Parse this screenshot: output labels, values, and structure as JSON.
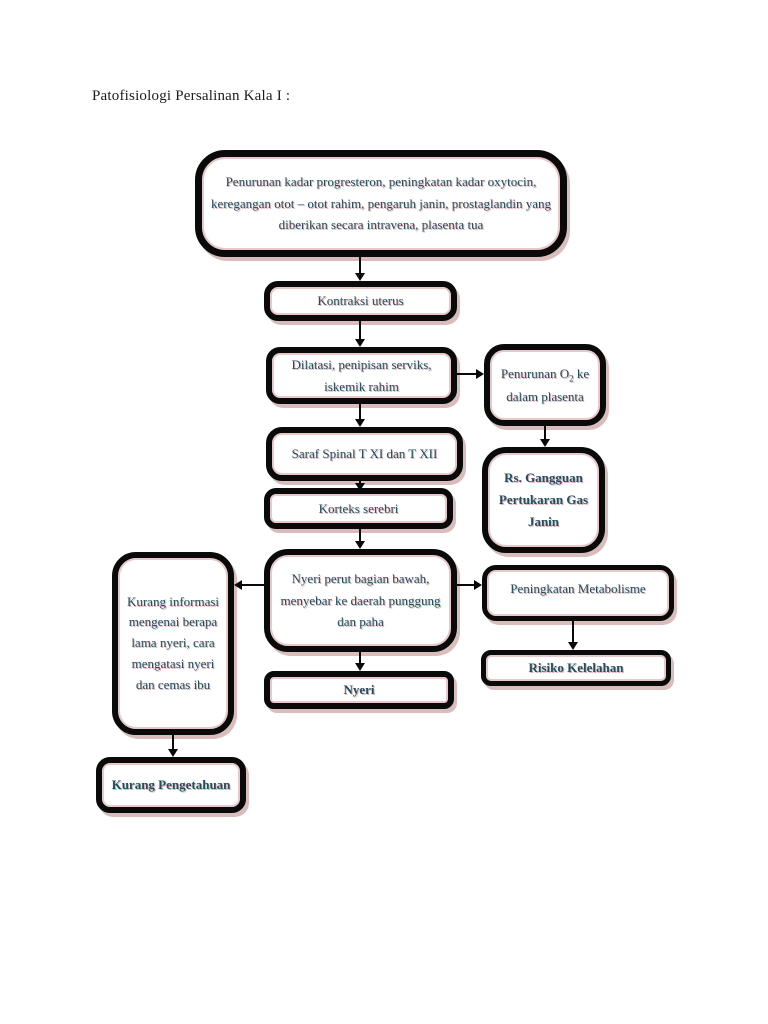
{
  "page": {
    "title": "Patofisiologi Persalinan Kala I :"
  },
  "colors": {
    "text": "#215061",
    "box_border": "#0a0a0a",
    "shadow_tint": "#c9a5a5",
    "background": "#ffffff"
  },
  "flowchart": {
    "nodes": {
      "causes": {
        "text": "Penurunan kadar progresteron, peningkatan kadar oxytocin, keregangan otot – otot rahim, pengaruh janin, prostaglandin yang diberikan secara intravena, plasenta tua"
      },
      "kontraksi_uterus": {
        "text": "Kontraksi uterus"
      },
      "dilatasi": {
        "text": "Dilatasi, penipisan serviks, iskemik rahim"
      },
      "penurunan_o2": {
        "text_pre": "Penurunan O",
        "subscript": "2",
        "text_post": " ke dalam plasenta"
      },
      "saraf_spinal": {
        "text": "Saraf Spinal T XI dan T XII"
      },
      "rs_gangguan": {
        "text": "Rs. Gangguan Pertukaran Gas Janin"
      },
      "korteks_serebri": {
        "text": "Korteks serebri"
      },
      "nyeri_perut": {
        "text": "Nyeri perut bagian bawah, menyebar ke daerah punggung dan paha"
      },
      "kurang_informasi": {
        "text": "Kurang informasi mengenai berapa lama nyeri, cara mengatasi nyeri dan cemas ibu"
      },
      "peningkatan_metabolisme": {
        "text": "Peningkatan Metabolisme"
      },
      "nyeri": {
        "text": "Nyeri"
      },
      "risiko_kelelahan": {
        "text": "Risiko Kelelahan"
      },
      "kurang_pengetahuan": {
        "text": "Kurang Pengetahuan"
      }
    },
    "connections": [
      "causes -> kontraksi_uterus",
      "kontraksi_uterus -> dilatasi",
      "dilatasi -> penurunan_o2",
      "dilatasi -> saraf_spinal",
      "penurunan_o2 -> rs_gangguan",
      "saraf_spinal -> korteks_serebri",
      "korteks_serebri -> nyeri_perut",
      "nyeri_perut -> kurang_informasi",
      "nyeri_perut -> peningkatan_metabolisme",
      "nyeri_perut -> nyeri",
      "peningkatan_metabolisme -> risiko_kelelahan",
      "kurang_informasi -> kurang_pengetahuan"
    ]
  }
}
